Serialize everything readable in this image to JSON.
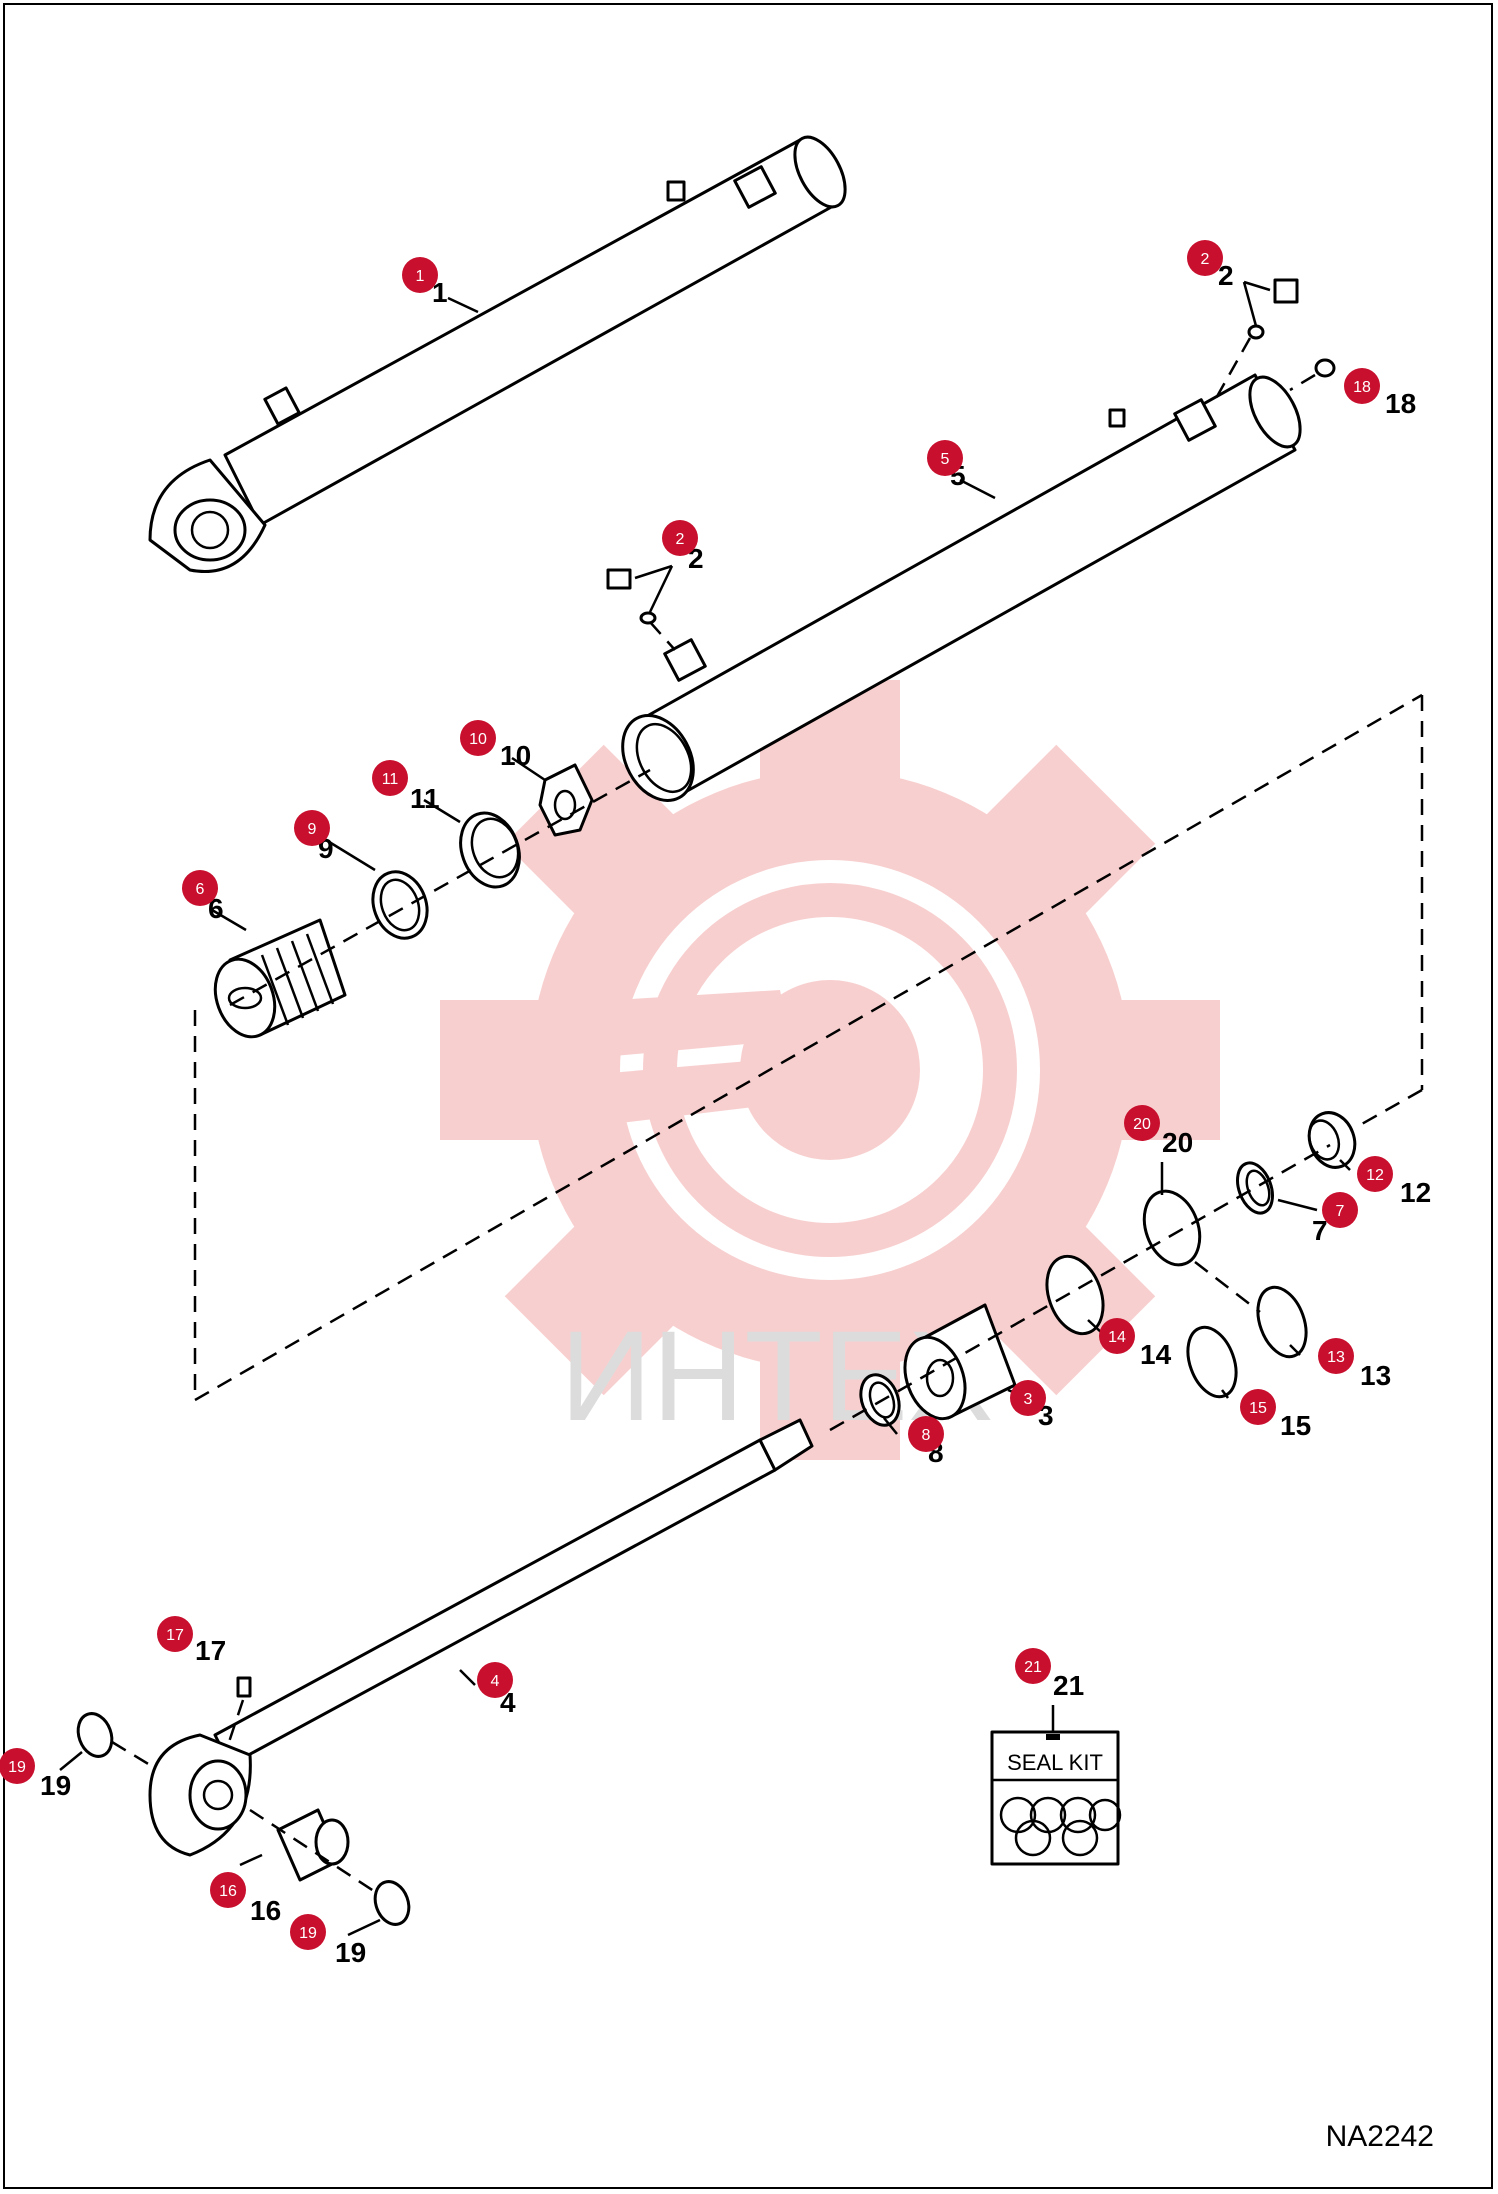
{
  "diagram": {
    "figure_code": "NA2242",
    "watermark_text": "ИНТЕХ",
    "seal_kit_label": "SEAL KIT",
    "callouts": [
      {
        "id": "c1",
        "printed": "1",
        "badge": "1"
      },
      {
        "id": "c2a",
        "printed": "2",
        "badge": "2"
      },
      {
        "id": "c2b",
        "printed": "2",
        "badge": "2"
      },
      {
        "id": "c3",
        "printed": "3",
        "badge": "3"
      },
      {
        "id": "c4",
        "printed": "4",
        "badge": "4"
      },
      {
        "id": "c5",
        "printed": "5",
        "badge": "5"
      },
      {
        "id": "c6",
        "printed": "6",
        "badge": "6"
      },
      {
        "id": "c7",
        "printed": "7",
        "badge": "7"
      },
      {
        "id": "c8",
        "printed": "8",
        "badge": "8"
      },
      {
        "id": "c9",
        "printed": "9",
        "badge": "9"
      },
      {
        "id": "c10",
        "printed": "10",
        "badge": "10"
      },
      {
        "id": "c11",
        "printed": "11",
        "badge": "11"
      },
      {
        "id": "c12",
        "printed": "12",
        "badge": "12"
      },
      {
        "id": "c13",
        "printed": "13",
        "badge": "13"
      },
      {
        "id": "c14",
        "printed": "14",
        "badge": "14"
      },
      {
        "id": "c15",
        "printed": "15",
        "badge": "15"
      },
      {
        "id": "c16",
        "printed": "16",
        "badge": "16"
      },
      {
        "id": "c17",
        "printed": "17",
        "badge": "17"
      },
      {
        "id": "c18",
        "printed": "18",
        "badge": "18"
      },
      {
        "id": "c19a",
        "printed": "19",
        "badge": "19"
      },
      {
        "id": "c19b",
        "printed": "19",
        "badge": "19"
      },
      {
        "id": "c20",
        "printed": "20",
        "badge": "20"
      },
      {
        "id": "c21",
        "printed": "21",
        "badge": "21"
      }
    ],
    "colors": {
      "badge": "#c8102e",
      "watermark": "#f6c9c9",
      "line": "#000000"
    }
  }
}
